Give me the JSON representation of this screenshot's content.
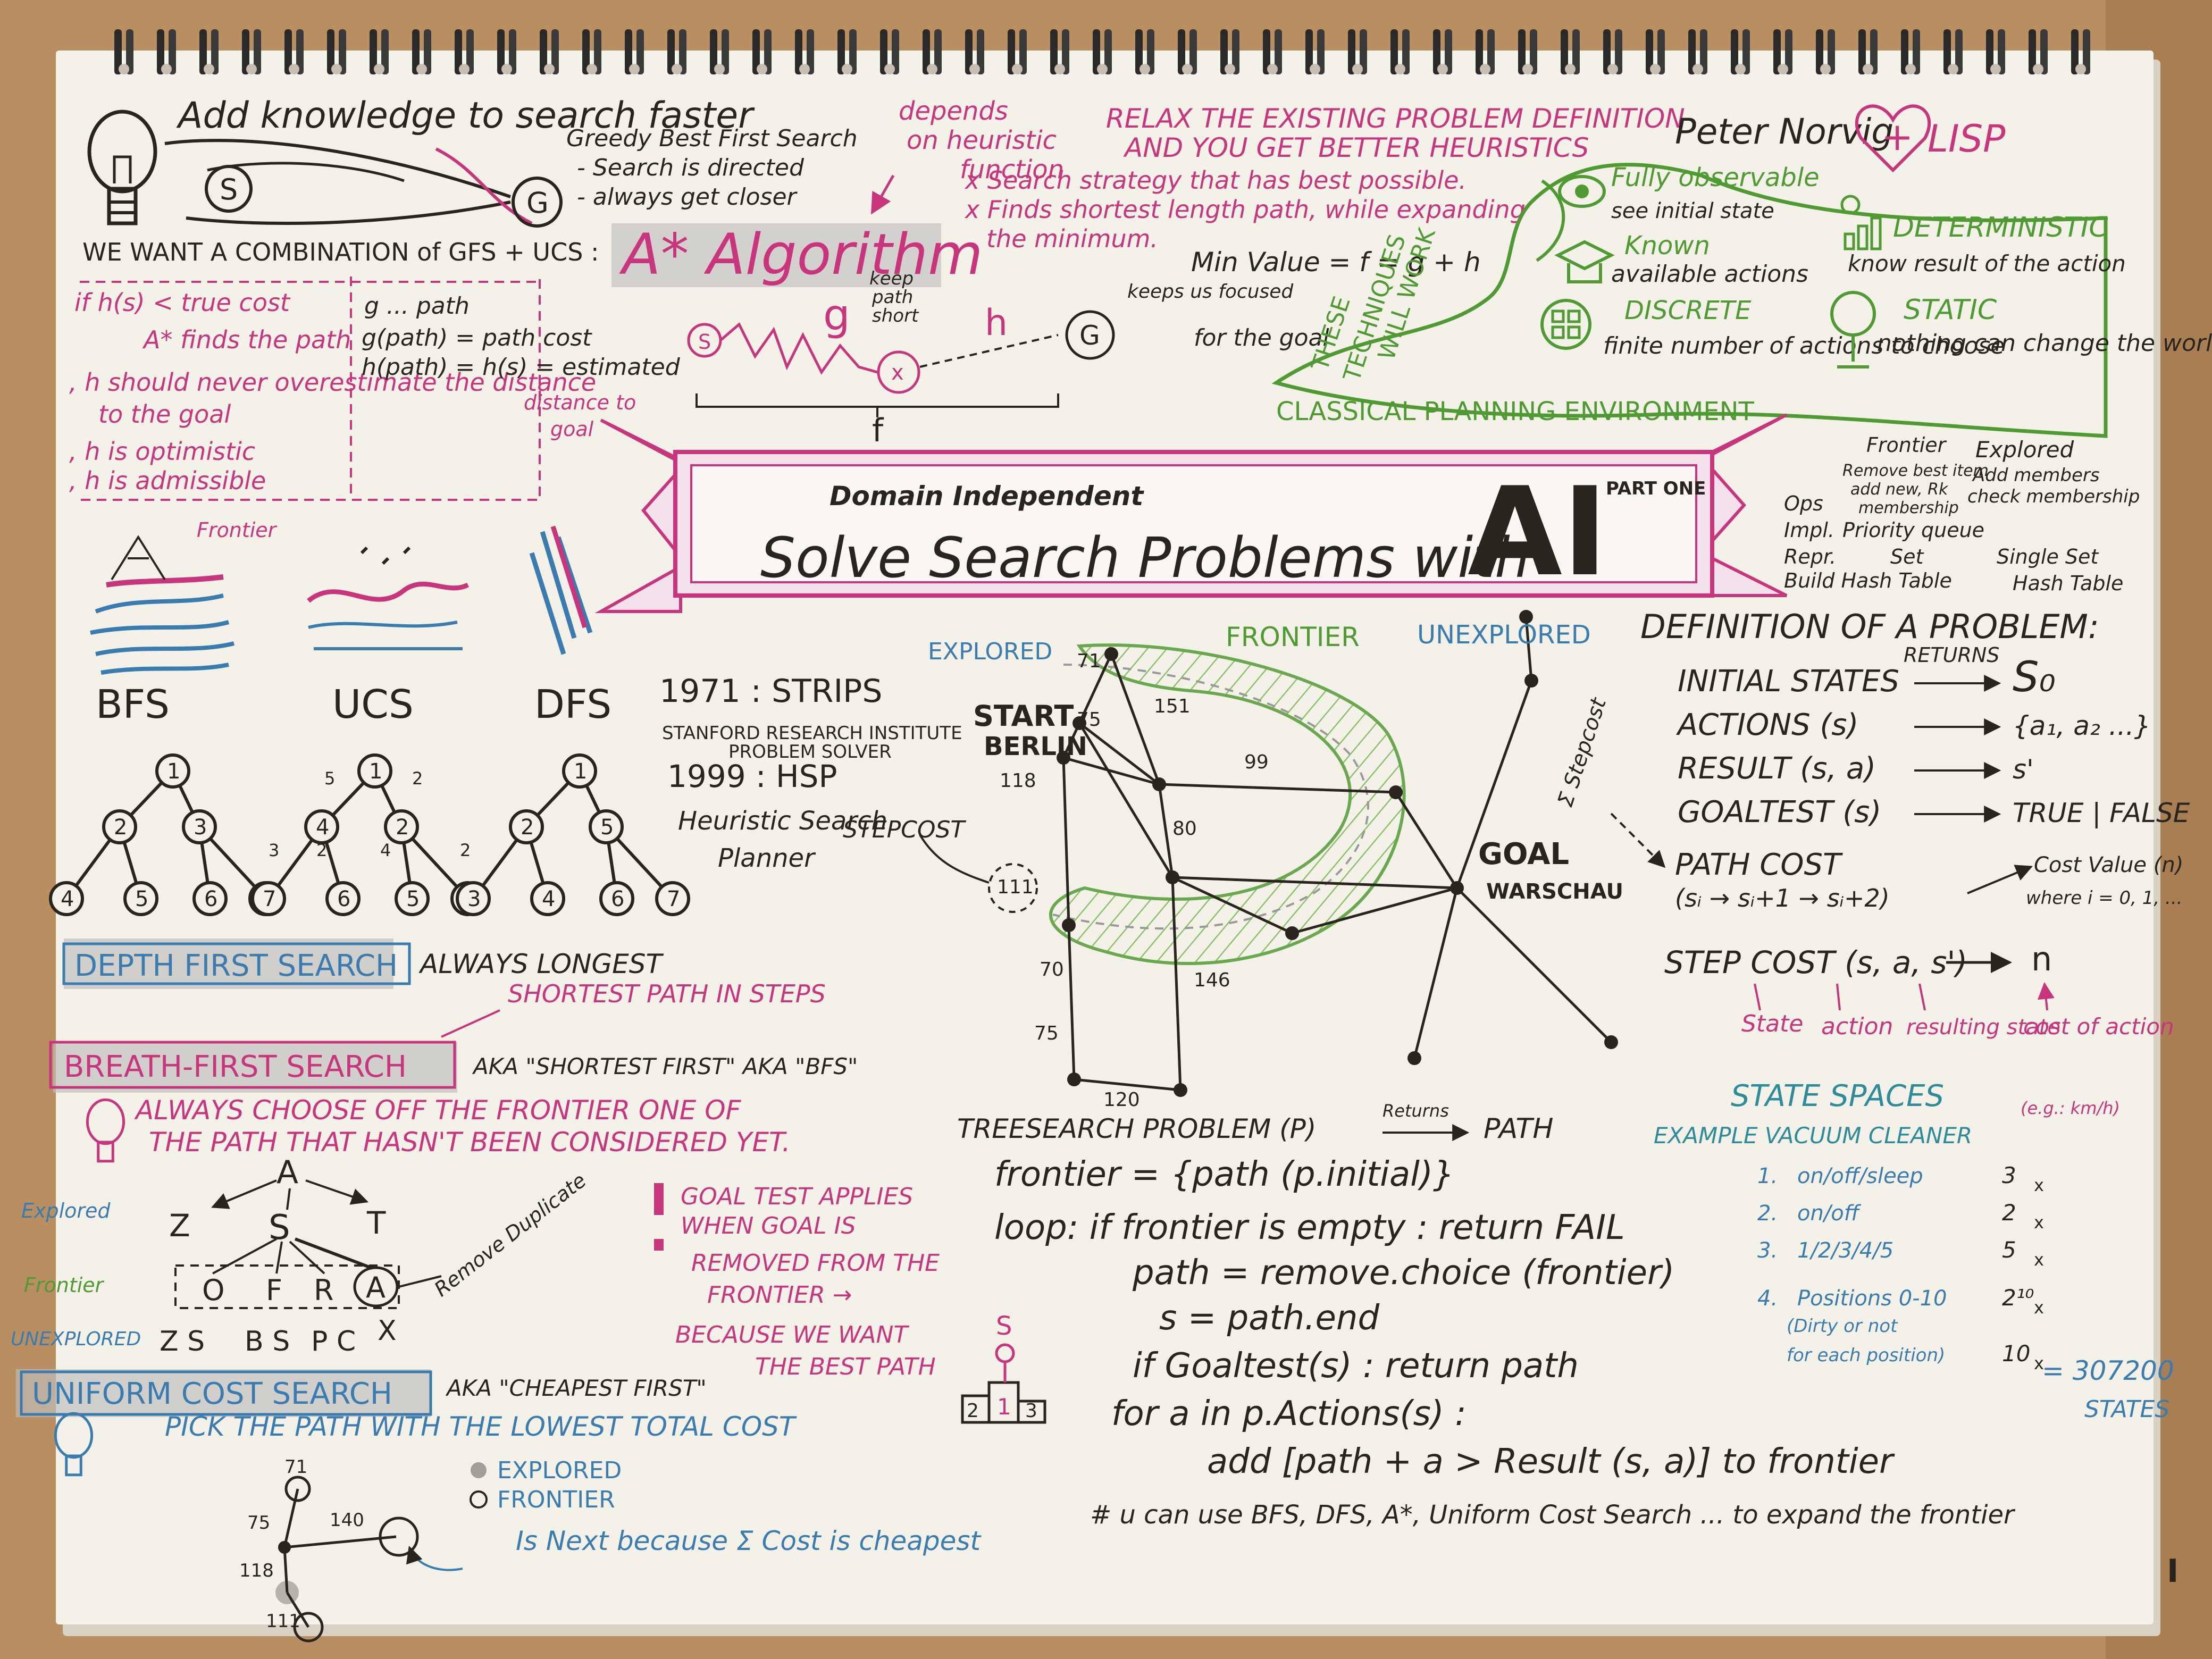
{
  "colors": {
    "ink": "#2a241f",
    "magenta": "#c8357d",
    "green": "#4f9a33",
    "blue": "#3a7bb0",
    "teal": "#2d8b9a",
    "paper": "#f4f1e8",
    "wood": "#b98f62",
    "ribbon_fill": "#f3e2ec",
    "hatch_green": "#8cc06a"
  },
  "icons": [
    "lightbulb-icon",
    "eye-icon",
    "graduation-cap-icon",
    "grid-icon",
    "bar-chart-icon",
    "globe-icon",
    "heart-icon",
    "podium-icon"
  ],
  "banner": {
    "small": "Domain Independent",
    "title": "Solve Search Problems with",
    "ai": "AI",
    "part": "PART ONE"
  },
  "astar": {
    "heading": "Add knowledge to search faster",
    "gbfs": [
      "Greedy Best First Search",
      "- Search is directed",
      "- always get closer"
    ],
    "combo": "WE WANT A COMBINATION of GFS + UCS :",
    "title": "A* Algorithm",
    "keep": [
      "keep",
      "path",
      "short"
    ],
    "depends": [
      "depends",
      "on heuristic",
      "function"
    ],
    "relax": [
      "RELAX THE EXISTING PROBLEM DEFINITION",
      "AND YOU GET BETTER HEURISTICS"
    ],
    "bullets": [
      "x Search strategy that has best possible.",
      "x Finds shortest length path, while expanding",
      "the minimum."
    ],
    "minvalue": "Min Value = f = g + h",
    "keeps": "keeps us focused",
    "forgoal": "for the goal",
    "g_label": "g",
    "h_label": "h",
    "f_label": "f",
    "s_node": "S",
    "x_node": "x",
    "g_node": "G",
    "list": [
      "if h(s) < true cost",
      "A* finds the path",
      ", h should never overestimate the distance",
      "to the goal",
      ", h is optimistic",
      ", h is admissible"
    ],
    "defs": [
      "g ... path",
      "g(path) = path cost",
      "h(path) = h(s) = estimated",
      "distance to",
      "goal"
    ]
  },
  "norvig": "Peter Norvig",
  "lisp": "LISP",
  "environment": {
    "vertical": [
      "THESE",
      "TECHNIQUES",
      "WILL WORK"
    ],
    "curve": "CLASSICAL PLANNING ENVIRONMENT",
    "items": [
      {
        "title": "Fully observable",
        "sub": "see initial state"
      },
      {
        "title": "Known",
        "sub": "available actions"
      },
      {
        "title": "DISCRETE",
        "sub": "finite number of actions to choose"
      },
      {
        "title": "DETERMINISTIC",
        "sub": "know result of the action"
      },
      {
        "title": "STATIC",
        "sub": "nothing can change the world, but our actions"
      }
    ]
  },
  "table": {
    "col1": [
      "Frontier",
      "Remove best item",
      "add new, Rk",
      "membership"
    ],
    "col2": [
      "Explored",
      "Add members",
      "check membership"
    ],
    "rows": [
      {
        "label": "Ops",
        "a": "",
        "b": ""
      },
      {
        "label": "Impl.",
        "a": "Priority queue",
        "b": ""
      },
      {
        "label": "Repr.",
        "a": "Set",
        "b": "Single Set"
      },
      {
        "label": "",
        "a": "Build Hash Table",
        "b": "Hash Table"
      }
    ]
  },
  "strategies": {
    "frontier_label": "Frontier",
    "labels": [
      "BFS",
      "UCS",
      "DFS"
    ],
    "bfs_nodes": [
      "1",
      "2",
      "3",
      "4",
      "5",
      "6",
      "7"
    ],
    "ucs_nodes": [
      "1",
      "4",
      "2",
      "7",
      "6",
      "5",
      "3"
    ],
    "ucs_edges": [
      "5",
      "2",
      "3",
      "2",
      "4",
      "2"
    ],
    "dfs_nodes": [
      "1",
      "2",
      "5",
      "3",
      "4",
      "6",
      "7"
    ]
  },
  "history": [
    "1971 : STRIPS",
    "STANFORD RESEARCH INSTITUTE",
    "PROBLEM SOLVER",
    "1999 : HSP",
    "Heuristic Search",
    "Planner"
  ],
  "map": {
    "explored": "EXPLORED",
    "frontier": "FRONTIER",
    "unexplored": "UNEXPLORED",
    "start": "START",
    "berlin": "BERLIN",
    "goal": "GOAL",
    "warschau": "WARSCHAU",
    "stepcost": "STEPCOST",
    "sumstep": "Σ Stepcost",
    "weights": [
      "71",
      "75",
      "151",
      "118",
      "99",
      "80",
      "111",
      "70",
      "75",
      "146",
      "120"
    ]
  },
  "problem": {
    "title": "DEFINITION OF A PROBLEM:",
    "returns": "RETURNS",
    "rows": [
      {
        "k": "INITIAL STATES",
        "v": "S₀"
      },
      {
        "k": "ACTIONS (s)",
        "v": "{a₁, a₂ ...}"
      },
      {
        "k": "RESULT (s, a)",
        "v": "s'"
      },
      {
        "k": "GOALTEST (s)",
        "v": "TRUE | FALSE"
      }
    ],
    "pathcost": "PATH COST",
    "pathseq": "(sᵢ → sᵢ+1 → sᵢ+2)",
    "costvalue": "Cost Value (n)",
    "where": "where i = 0, 1, ...",
    "stepcost": "STEP COST (s, a, s')",
    "n": "n",
    "state": "State",
    "action": "action",
    "resulting": "resulting state",
    "cost": "cost of action",
    "costsub": "(e.g.: km/h)"
  },
  "dfs_note": {
    "label": "DEPTH FIRST SEARCH",
    "note": "ALWAYS LONGEST"
  },
  "bfs_note": {
    "label": "BREATH-FIRST SEARCH",
    "shortest": "SHORTEST PATH IN STEPS",
    "aka": "AKA \"SHORTEST FIRST\" AKA \"BFS\"",
    "line1": "ALWAYS CHOOSE OFF THE FRONTIER ONE OF",
    "line2": "THE PATH THAT HASN'T BEEN CONSIDERED YET."
  },
  "bfs_tree": {
    "explored": "Explored",
    "frontier": "Frontier",
    "unexplored": "UNEXPLORED",
    "remove": "Remove Duplicate",
    "top": "A",
    "row2": [
      "Z",
      "S",
      "T"
    ],
    "row3": [
      "O",
      "F",
      "R",
      "A"
    ],
    "row4": [
      "Z S",
      "B S",
      "P C",
      "X"
    ]
  },
  "goaltest": [
    "GOAL TEST APPLIES",
    "WHEN GOAL IS",
    "REMOVED FROM THE",
    "FRONTIER →",
    "BECAUSE WE WANT",
    "THE BEST PATH"
  ],
  "podium": {
    "top": "S",
    "nums": [
      "2",
      "1",
      "3"
    ]
  },
  "ucs_note": {
    "label": "UNIFORM COST SEARCH",
    "aka": "AKA \"CHEAPEST FIRST\"",
    "pick": "PICK THE PATH WITH THE LOWEST TOTAL COST",
    "explored": "EXPLORED",
    "frontier": "FRONTIER",
    "next": "Is Next because Σ Cost is cheapest",
    "weights": [
      "71",
      "75",
      "140",
      "118",
      "111"
    ]
  },
  "treesearch": {
    "title": "TREESEARCH PROBLEM (P)",
    "returns": "Returns",
    "path": "PATH",
    "lines": [
      "frontier = {path (p.initial)}",
      "loop:  if  frontier is empty : return FAIL",
      "path = remove.choice (frontier)",
      "s = path.end",
      "if  Goaltest(s) : return path",
      "for  a  in  p.Actions(s) :",
      "add  [path + a > Result (s, a)]  to frontier"
    ],
    "footer": "# u can use BFS, DFS, A*, Uniform Cost Search ... to expand the frontier"
  },
  "state_spaces": {
    "title": "STATE SPACES",
    "example": "EXAMPLE  VACUUM CLEANER",
    "rows": [
      {
        "n": "1.",
        "label": "on/off/sleep",
        "v": "3",
        "x": "x"
      },
      {
        "n": "2.",
        "label": "on/off",
        "v": "2",
        "x": "x"
      },
      {
        "n": "3.",
        "label": "1/2/3/4/5",
        "v": "5",
        "x": "x"
      },
      {
        "n": "4.",
        "label": "Positions 0-10",
        "v": "2¹⁰",
        "x": "x"
      },
      {
        "n": "",
        "label": "(Dirty or not",
        "v": "",
        "x": ""
      },
      {
        "n": "",
        "label": "for each position)",
        "v": "10",
        "x": "x"
      }
    ],
    "total": "= 307200",
    "states": "STATES"
  },
  "page": "I"
}
